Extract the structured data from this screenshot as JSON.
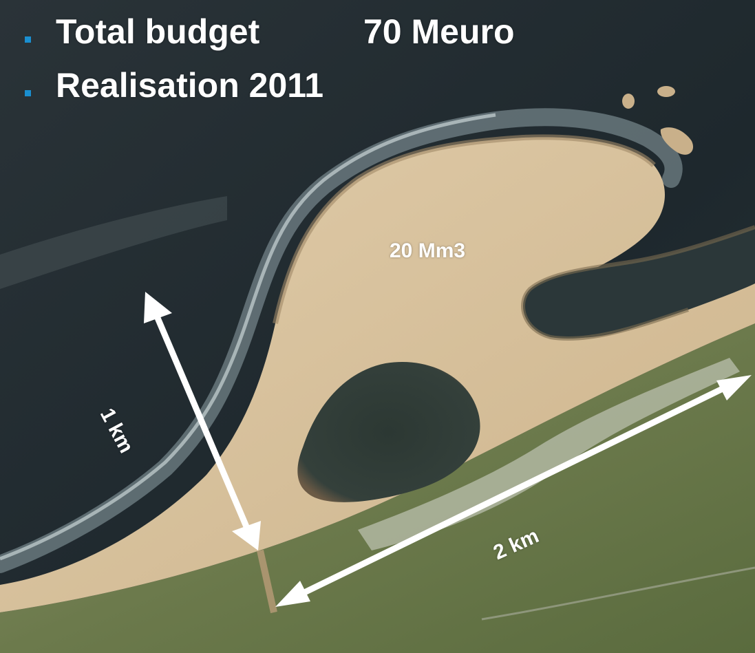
{
  "slide": {
    "bullets": [
      {
        "label": "Total budget",
        "value": "70 Meuro"
      },
      {
        "label": "Realisation 2011",
        "value": ""
      }
    ],
    "annotations": {
      "volume": "20 Mm3",
      "width": "1 km",
      "length": "2 km"
    }
  },
  "icons": {
    "bullet": "square-bullet-icon",
    "arrow": "double-headed-arrow-icon"
  },
  "colors": {
    "bullet": "#1a8fd0",
    "sea": "#1f2a30",
    "sand": "#d9c39e",
    "dunes": "#6f7a4e",
    "annotation": "#ffffff"
  }
}
